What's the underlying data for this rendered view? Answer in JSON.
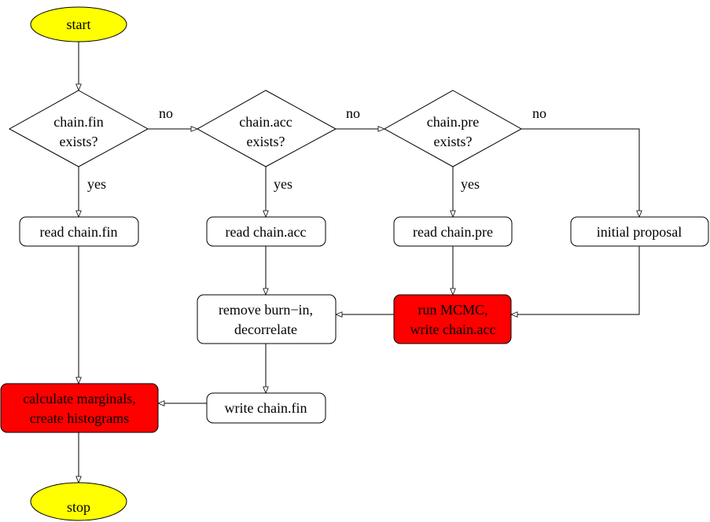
{
  "colors": {
    "terminal_fill": "#ffff00",
    "process_fill": "#ffffff",
    "highlight_fill": "#ff0000",
    "line": "#000000"
  },
  "nodes": {
    "start": "start",
    "stop": "stop",
    "decision_fin": [
      "chain.fin",
      "exists?"
    ],
    "decision_acc": [
      "chain.acc",
      "exists?"
    ],
    "decision_pre": [
      "chain.pre",
      "exists?"
    ],
    "read_fin": "read chain.fin",
    "read_acc": "read chain.acc",
    "read_pre": "read chain.pre",
    "initial_proposal": "initial proposal",
    "remove_burnin": [
      "remove burn−in,",
      "decorrelate"
    ],
    "run_mcmc": [
      "run MCMC,",
      "write chain.acc"
    ],
    "write_fin": "write chain.fin",
    "calc_marginals": [
      "calculate marginals,",
      "create histograms"
    ]
  },
  "edge_labels": {
    "fin_no": "no",
    "acc_no": "no",
    "pre_no": "no",
    "fin_yes": "yes",
    "acc_yes": "yes",
    "pre_yes": "yes"
  }
}
